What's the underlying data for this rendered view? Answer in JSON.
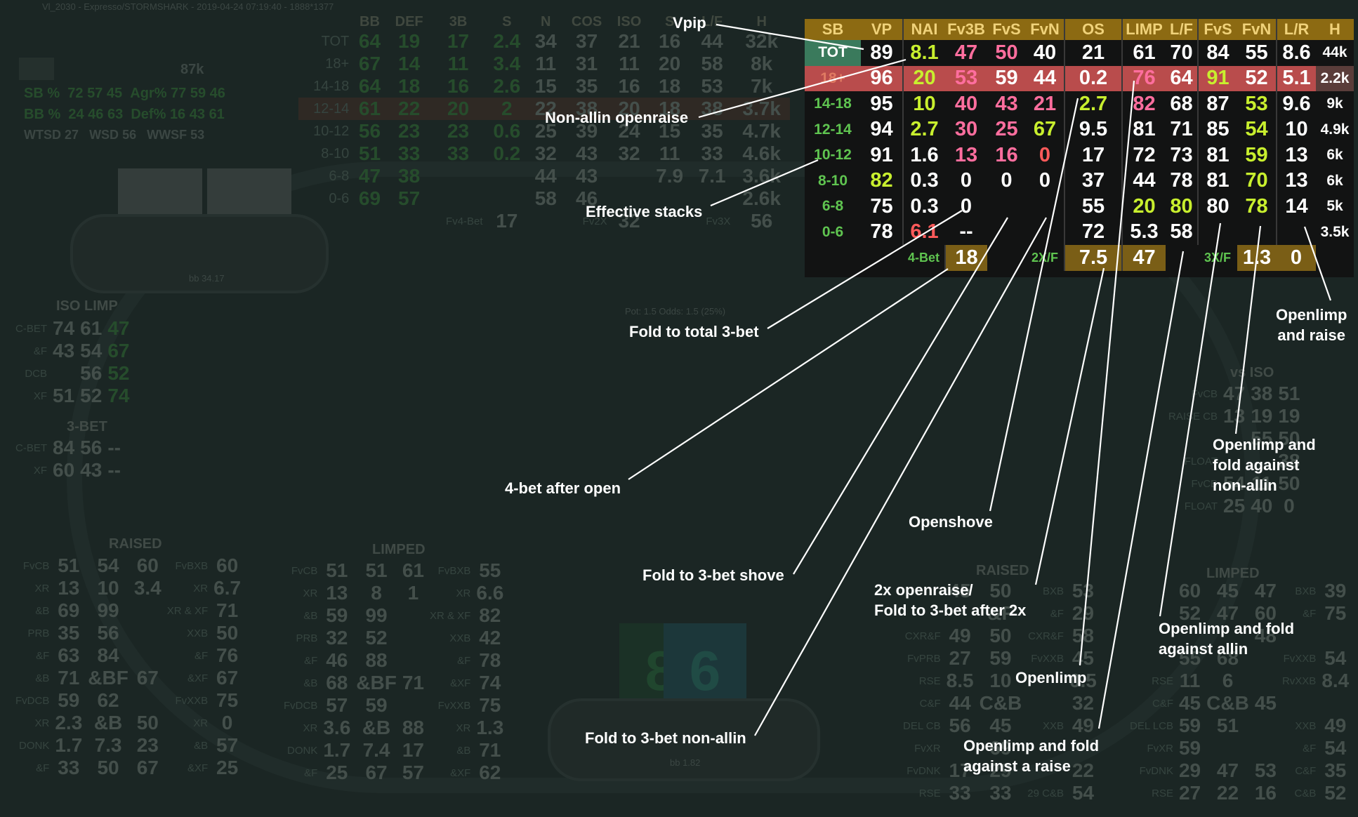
{
  "window_title": "Vl_2030 - Expresso/STORMSHARK - 2019-04-24 07:19:40 - 1888*1377",
  "bg": {
    "top_panel": {
      "headers": [
        "BB",
        "DEF",
        "3B",
        "S",
        "N",
        "COS",
        "ISO",
        "S",
        "L/F",
        "H"
      ],
      "rows": [
        {
          "label": "TOT",
          "values": [
            "64",
            "19",
            "17",
            "2.4",
            "34",
            "37",
            "21",
            "16",
            "44",
            "32k"
          ]
        },
        {
          "label": "18+",
          "values": [
            "67",
            "14",
            "11",
            "3.4",
            "11",
            "31",
            "11",
            "20",
            "58",
            "8k"
          ]
        },
        {
          "label": "14-18",
          "values": [
            "64",
            "18",
            "16",
            "2.6",
            "15",
            "35",
            "16",
            "18",
            "53",
            "7k"
          ]
        },
        {
          "label": "12-14",
          "values": [
            "61",
            "22",
            "20",
            "2",
            "22",
            "38",
            "20",
            "18",
            "38",
            "3.7k"
          ]
        },
        {
          "label": "10-12",
          "values": [
            "56",
            "23",
            "23",
            "0.6",
            "25",
            "39",
            "24",
            "15",
            "35",
            "4.7k"
          ]
        },
        {
          "label": "8-10",
          "values": [
            "51",
            "33",
            "33",
            "0.2",
            "32",
            "43",
            "32",
            "11",
            "33",
            "4.6k"
          ]
        },
        {
          "label": "6-8",
          "values": [
            "47",
            "38",
            "",
            "",
            "44",
            "43",
            "",
            "7.9",
            "7.1",
            "3.6k"
          ]
        },
        {
          "label": "0-6",
          "values": [
            "69",
            "57",
            "",
            "",
            "58",
            "46",
            "",
            "",
            "",
            "2.6k"
          ]
        }
      ],
      "footer": {
        "fv4bet": "Fv4-Bet",
        "fv4bet_val": "17",
        "fv2x": "Fv2X",
        "fv2x_val": "32",
        "fv3x": "Fv3X",
        "fv3x_val": "56"
      }
    },
    "player_box": {
      "count": "87k",
      "sb_label": "SB %",
      "sb": [
        "72",
        "57",
        "45"
      ],
      "agr_label": "Agr%",
      "agr": [
        "77",
        "59",
        "46"
      ],
      "bb_label": "BB %",
      "bb": [
        "24",
        "46",
        "63"
      ],
      "def_label": "Def%",
      "def": [
        "16",
        "43",
        "61"
      ],
      "wtsd_label": "WTSD",
      "wtsd": "27",
      "wsd_label": "WSD",
      "wsd": "56",
      "wwsf_label": "WWSF",
      "wwsf": "53"
    },
    "iso_limp": {
      "title": "ISO LIMP",
      "rows": [
        {
          "label": "C-BET",
          "values": [
            "74",
            "61",
            "47"
          ]
        },
        {
          "label": "&F",
          "values": [
            "43",
            "54",
            "67"
          ]
        },
        {
          "label": "DCB",
          "values": [
            "",
            "56",
            "52"
          ]
        },
        {
          "label": "XF",
          "values": [
            "51",
            "52",
            "74"
          ]
        }
      ],
      "sub_title": "3-BET",
      "rows2": [
        {
          "label": "C-BET",
          "values": [
            "84",
            "56",
            "--"
          ]
        },
        {
          "label": "XF",
          "values": [
            "60",
            "43",
            "--"
          ]
        }
      ]
    },
    "raised_left": {
      "title": "RAISED",
      "rows": [
        {
          "label": "FvCB",
          "values": [
            "51",
            "54",
            "60"
          ],
          "l2": "FvBXB",
          "v2": "60"
        },
        {
          "label": "XR",
          "values": [
            "13",
            "10",
            "3.4"
          ],
          "l2": "XR",
          "v2": "6.7"
        },
        {
          "label": "&B",
          "values": [
            "69",
            "99",
            ""
          ],
          "l2": "XR & XF",
          "v2": "71"
        },
        {
          "label": "PRB",
          "values": [
            "35",
            "56",
            ""
          ],
          "l2": "XXB",
          "v2": "50"
        },
        {
          "label": "&F",
          "values": [
            "63",
            "84",
            ""
          ],
          "l2": "&F",
          "v2": "76"
        },
        {
          "label": "&B",
          "values": [
            "71",
            "&BF",
            "67"
          ],
          "l2": "&XF",
          "v2": "67"
        },
        {
          "label": "FvDCB",
          "values": [
            "59",
            "62",
            ""
          ],
          "l2": "FvXXB",
          "v2": "75"
        },
        {
          "label": "XR",
          "values": [
            "2.3",
            "&B",
            "50"
          ],
          "l2": "XR",
          "v2": "0"
        },
        {
          "label": "DONK",
          "values": [
            "1.7",
            "7.3",
            "23"
          ],
          "l2": "&B",
          "v2": "57"
        },
        {
          "label": "&F",
          "values": [
            "33",
            "50",
            "67"
          ],
          "l2": "&XF",
          "v2": "25"
        }
      ]
    },
    "limped_left": {
      "title": "LIMPED",
      "rows": [
        {
          "label": "FvCB",
          "values": [
            "51",
            "51",
            "61"
          ],
          "l2": "FvBXB",
          "v2": "55"
        },
        {
          "label": "XR",
          "values": [
            "13",
            "8",
            "1"
          ],
          "l2": "XR",
          "v2": "6.6"
        },
        {
          "label": "&B",
          "values": [
            "59",
            "99",
            ""
          ],
          "l2": "XR & XF",
          "v2": "82"
        },
        {
          "label": "PRB",
          "values": [
            "32",
            "52",
            ""
          ],
          "l2": "XXB",
          "v2": "42"
        },
        {
          "label": "&F",
          "values": [
            "46",
            "88",
            ""
          ],
          "l2": "&F",
          "v2": "78"
        },
        {
          "label": "&B",
          "values": [
            "68",
            "&BF",
            "71"
          ],
          "l2": "&XF",
          "v2": "74"
        },
        {
          "label": "FvDCB",
          "values": [
            "57",
            "59",
            ""
          ],
          "l2": "FvXXB",
          "v2": "75"
        },
        {
          "label": "XR",
          "values": [
            "3.6",
            "&B",
            "88"
          ],
          "l2": "XR",
          "v2": "1.3"
        },
        {
          "label": "DONK",
          "values": [
            "1.7",
            "7.4",
            "17"
          ],
          "l2": "&B",
          "v2": "71"
        },
        {
          "label": "&F",
          "values": [
            "25",
            "67",
            "57"
          ],
          "l2": "&XF",
          "v2": "62"
        }
      ]
    },
    "vs_iso": {
      "title": "vs ISO",
      "rows": [
        {
          "label": "FvCB",
          "values": [
            "47",
            "38",
            "51"
          ]
        },
        {
          "label": "RAISE CB",
          "values": [
            "13",
            "19",
            "19"
          ]
        },
        {
          "label": "",
          "values": [
            "",
            "55",
            "50"
          ]
        },
        {
          "label": "FLOAT",
          "values": [
            "",
            "",
            "38"
          ]
        },
        {
          "label": "FvCB",
          "values": [
            "54",
            "11",
            "50"
          ]
        },
        {
          "label": "FLOAT",
          "values": [
            "25",
            "40",
            "0"
          ]
        }
      ]
    },
    "raised_right": {
      "title": "RAISED",
      "rows": [
        {
          "label": "",
          "values": [
            "45",
            "50"
          ],
          "l2": "BXB",
          "v2": "53"
        },
        {
          "label": "",
          "values": [
            "",
            "&F"
          ],
          "l2": "&F",
          "v2": "29"
        },
        {
          "label": "CXR&F",
          "values": [
            "49",
            "50"
          ],
          "l2": "CXR&F",
          "v2": "58"
        },
        {
          "label": "FvPRB",
          "values": [
            "27",
            "59"
          ],
          "l2": "FvXXB",
          "v2": "45"
        },
        {
          "label": "RSE",
          "values": [
            "8.5",
            "10"
          ],
          "l2": "",
          "v2": "0.5"
        },
        {
          "label": "C&F",
          "values": [
            "44",
            "C&B"
          ],
          "l2": "",
          "v2": "32"
        },
        {
          "label": "DEL CB",
          "values": [
            "56",
            "45"
          ],
          "l2": "XXB",
          "v2": "49"
        },
        {
          "label": "FvXR",
          "values": [
            "",
            "69"
          ],
          "l2": "",
          "v2": ""
        },
        {
          "label": "FvDNK",
          "values": [
            "17",
            "29"
          ],
          "l2": "",
          "v2": "22"
        },
        {
          "label": "RSE",
          "values": [
            "33",
            "33"
          ],
          "l2": "29 C&B",
          "v2": "54"
        }
      ]
    },
    "limped_right": {
      "title": "LIMPED",
      "rows": [
        {
          "label": "",
          "values": [
            "60",
            "45",
            "47"
          ],
          "l2": "BXB",
          "v2": "39"
        },
        {
          "label": "",
          "values": [
            "52",
            "47",
            "60"
          ],
          "l2": "&F",
          "v2": "75"
        },
        {
          "label": "",
          "values": [
            "",
            "",
            "48"
          ],
          "l2": "",
          "v2": ""
        },
        {
          "label": "",
          "values": [
            "55",
            "68",
            ""
          ],
          "l2": "FvXXB",
          "v2": "54"
        },
        {
          "label": "RSE",
          "values": [
            "11",
            "6",
            ""
          ],
          "l2": "RvXXB",
          "v2": "8.4"
        },
        {
          "label": "C&F",
          "values": [
            "45",
            "C&B",
            "45"
          ],
          "l2": "",
          "v2": ""
        },
        {
          "label": "DEL LCB",
          "values": [
            "59",
            "51",
            ""
          ],
          "l2": "XXB",
          "v2": "49"
        },
        {
          "label": "FvXR",
          "values": [
            "59",
            "",
            ""
          ],
          "l2": "&F",
          "v2": "54"
        },
        {
          "label": "FvDNK",
          "values": [
            "29",
            "47",
            "53"
          ],
          "l2": "C&F",
          "v2": "35"
        },
        {
          "label": "RSE",
          "values": [
            "27",
            "22",
            "16"
          ],
          "l2": "C&B",
          "v2": "52"
        }
      ]
    },
    "pot": "Pot: 1.5  Odds: 1.5 (25%)",
    "hero_card": "86",
    "seat_top_stack": "bb 34.17",
    "seat_bottom_stack": "bb 1.82"
  },
  "hud": {
    "headers": [
      "SB",
      "VP",
      "NAI",
      "Fv3B",
      "FvS",
      "FvN",
      "OS",
      "LIMP",
      "L/F",
      "FvS",
      "FvN",
      "L/R",
      "H"
    ],
    "rows": [
      {
        "label": "TOT",
        "values": [
          "89",
          "8.1",
          "47",
          "50",
          "40",
          "21",
          "61",
          "70",
          "84",
          "55",
          "8.6",
          "44k"
        ]
      },
      {
        "label": "18+",
        "values": [
          "96",
          "20",
          "53",
          "59",
          "44",
          "0.2",
          "76",
          "64",
          "91",
          "52",
          "5.1",
          "2.2k"
        ]
      },
      {
        "label": "14-18",
        "values": [
          "95",
          "10",
          "40",
          "43",
          "21",
          "2.7",
          "82",
          "68",
          "87",
          "53",
          "9.6",
          "9k"
        ]
      },
      {
        "label": "12-14",
        "values": [
          "94",
          "2.7",
          "30",
          "25",
          "67",
          "9.5",
          "81",
          "71",
          "85",
          "54",
          "10",
          "4.9k"
        ]
      },
      {
        "label": "10-12",
        "values": [
          "91",
          "1.6",
          "13",
          "16",
          "0",
          "17",
          "72",
          "73",
          "81",
          "59",
          "13",
          "6k"
        ]
      },
      {
        "label": "8-10",
        "values": [
          "82",
          "0.3",
          "0",
          "0",
          "0",
          "37",
          "44",
          "78",
          "81",
          "70",
          "13",
          "6k"
        ]
      },
      {
        "label": "6-8",
        "values": [
          "75",
          "0.3",
          "0",
          "",
          "",
          "55",
          "20",
          "80",
          "80",
          "78",
          "14",
          "5k"
        ]
      },
      {
        "label": "0-6",
        "values": [
          "78",
          "6.1",
          "--",
          "",
          "",
          "72",
          "5.3",
          "58",
          "",
          "",
          "",
          "3.5k"
        ]
      }
    ],
    "footer": {
      "fourbet_label": "4-Bet",
      "fourbet": "18",
      "twox_label": "2X/F",
      "twox": "7.5",
      "limp": "47",
      "threex_label": "3X/F",
      "threex": "1.3",
      "lr": "0"
    }
  },
  "callouts": {
    "vpip": "Vpip",
    "non_allin_openraise": "Non-allin openraise",
    "effective_stacks": "Effective stacks",
    "fold_total_3bet": "Fold to total 3-bet",
    "fourbet_after_open": "4-bet after open",
    "fold_3bet_shove": "Fold to 3-bet shove",
    "fold_3bet_nonallin": "Fold to 3-bet non-allin",
    "openshove": "Openshove",
    "twox_line1": "2x openraise/",
    "twox_line2": "Fold to 3-bet after 2x",
    "openlimp": "Openlimp",
    "openlimp_fold_raise_1": "Openlimp and fold",
    "openlimp_fold_raise_2": "against a raise",
    "openlimp_fold_allin_1": "Openlimp and fold",
    "openlimp_fold_allin_2": "against allin",
    "openlimp_fold_nonallin_1": "Openlimp and",
    "openlimp_fold_nonallin_2": "fold against",
    "openlimp_fold_nonallin_3": "non-allin",
    "openlimp_raise_1": "Openlimp",
    "openlimp_raise_2": "and raise"
  },
  "colors": {
    "hud_header": "#8c6a12",
    "hud_red_row": "#b94c4c",
    "hud_tot": "#3a7a5c",
    "pink": "#ff6e9e",
    "yellow_green": "#c8ef2e",
    "label_green": "#5fc450",
    "background": "#1b2624"
  }
}
